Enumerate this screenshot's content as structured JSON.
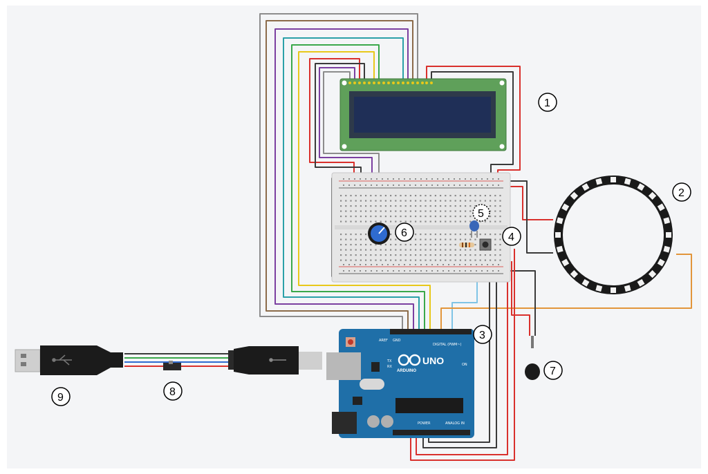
{
  "diagram": {
    "callouts": [
      {
        "id": "lcd",
        "label": "1"
      },
      {
        "id": "neopixel-ring",
        "label": "2"
      },
      {
        "id": "arduino-digital-header",
        "label": "3"
      },
      {
        "id": "pushbutton",
        "label": "4"
      },
      {
        "id": "capacitor",
        "label": "5"
      },
      {
        "id": "potentiometer",
        "label": "6"
      },
      {
        "id": "microphone",
        "label": "7"
      },
      {
        "id": "usb-switch",
        "label": "8"
      },
      {
        "id": "usb-plug",
        "label": "9"
      }
    ],
    "arduino": {
      "brand": "ARDUINO",
      "model": "UNO",
      "digital_header_label": "DIGITAL (PWM~)",
      "power_label": "POWER",
      "analog_label": "ANALOG IN",
      "tx_label": "TX",
      "rx_label": "RX",
      "on_label": "ON",
      "aref_label": "AREF",
      "gnd_label": "GND"
    },
    "colors": {
      "wire_red": "#d9302c",
      "wire_black": "#3a3a3a",
      "wire_gray": "#8c8c8c",
      "wire_brown": "#8b6b4a",
      "wire_purple": "#7b3fa0",
      "wire_teal": "#2aa0a8",
      "wire_green": "#3aa84a",
      "wire_yellow": "#e8c81a",
      "wire_orange": "#e2953a",
      "wire_lightblue": "#7fc4e6",
      "lcd_board": "#5fa05a",
      "lcd_screen": "#1f2f57",
      "arduino_board": "#1f6fa8",
      "breadboard": "#e6e6e6",
      "background": "#f4f5f7"
    }
  }
}
